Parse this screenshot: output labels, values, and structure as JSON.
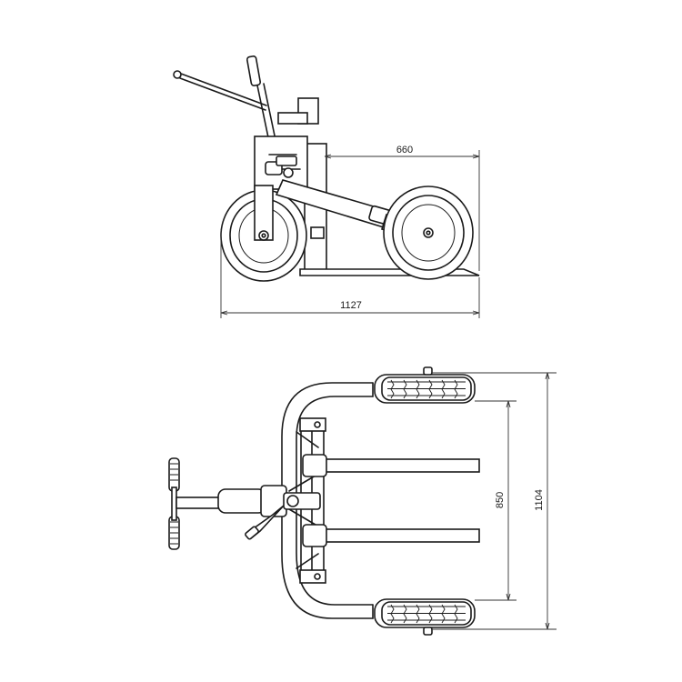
{
  "dimensions": {
    "side_fork_length": "660",
    "side_overall_length": "1127",
    "top_fork_spread": "850",
    "top_overall_width": "1104"
  }
}
